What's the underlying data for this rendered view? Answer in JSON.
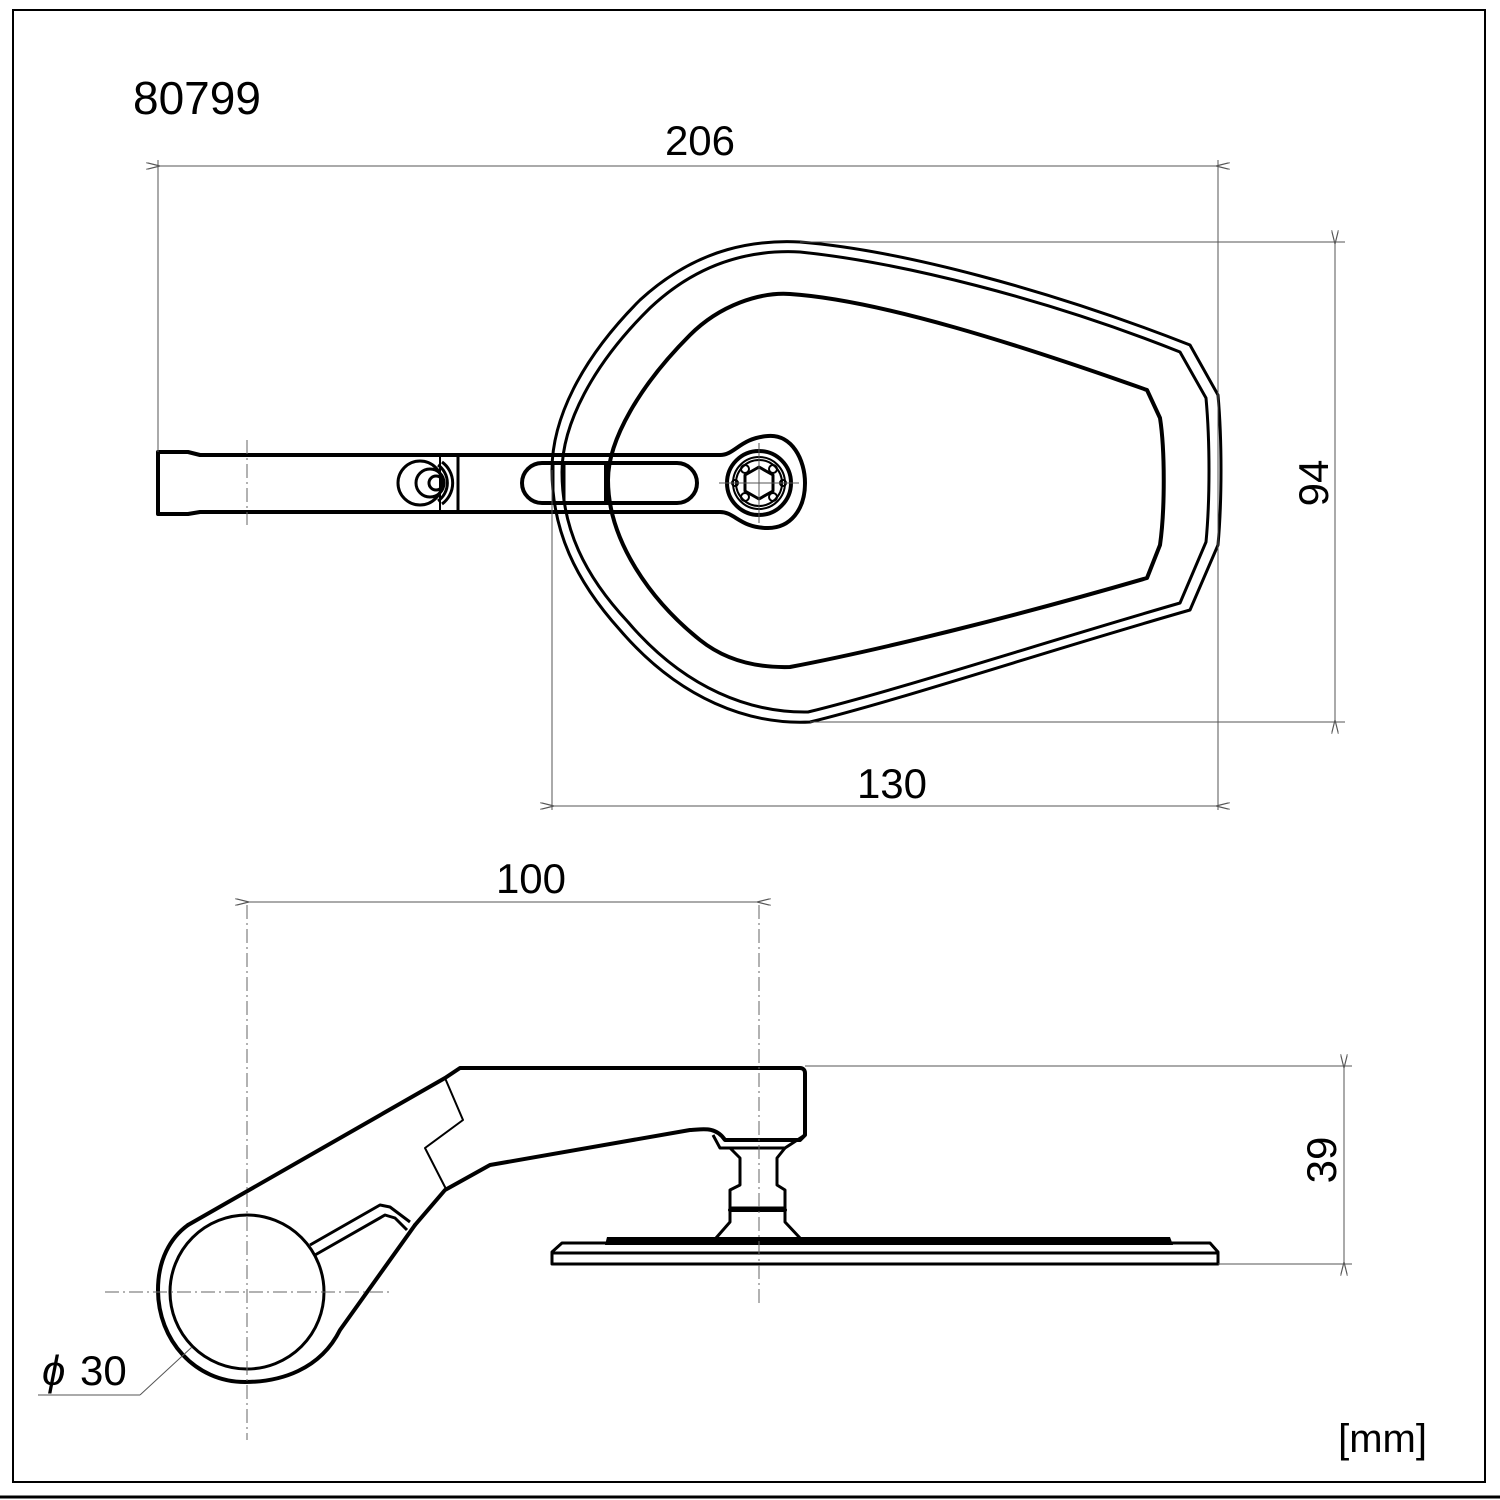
{
  "drawing": {
    "part_number": "80799",
    "units_label": "[mm]",
    "top_view": {
      "name": "Mirror top view",
      "dimensions": {
        "overall_length": "206",
        "head_width": "130",
        "head_height": "94"
      }
    },
    "side_view": {
      "name": "Mirror side view",
      "dimensions": {
        "clamp_to_pivot": "100",
        "height": "39",
        "clamp_diameter_symbol": "ϕ",
        "clamp_diameter": "30"
      }
    }
  },
  "colors": {
    "line": "#000000",
    "dimension_line": "#555555",
    "background": "#ffffff"
  }
}
